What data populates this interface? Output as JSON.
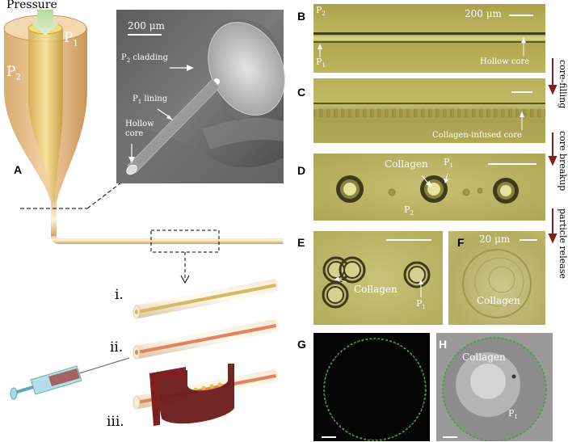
{
  "figure": {
    "panel_a": {
      "letter": "A",
      "pressure_label": "Pressure",
      "p1_label": "P",
      "p1_sub": "1",
      "p2_label": "P",
      "p2_sub": "2"
    },
    "sem_inset": {
      "scale_label": "200 μm",
      "p2_cladding_label": "P",
      "p2_cladding_sub": "2",
      "p2_cladding_rest": " cladding",
      "p1_lining_label": "P",
      "p1_lining_sub": "1",
      "p1_lining_rest": " lining",
      "hollow_label_1": "Hollow",
      "hollow_label_2": "core"
    },
    "steps": {
      "i": "i.",
      "ii": "ii.",
      "iii": "iii."
    },
    "panel_b": {
      "letter": "B",
      "p2_label": "P",
      "p2_sub": "2",
      "p1_label": "P",
      "p1_sub": "1",
      "scale_label": "200 μm",
      "hollow_core_label": "Hollow core"
    },
    "panel_c": {
      "letter": "C",
      "collagen_core_label": "Collagen-infused core"
    },
    "panel_d": {
      "letter": "D",
      "collagen_label": "Collagen",
      "p1_label": "P",
      "p1_sub": "1",
      "p2_label": "P",
      "p2_sub": "2"
    },
    "panel_e": {
      "letter": "E",
      "collagen_label": "Collagen",
      "p1_label": "P",
      "p1_sub": "1"
    },
    "panel_f": {
      "letter": "F",
      "scale_label": "20 μm",
      "collagen_label": "Collagen"
    },
    "panel_g": {
      "letter": "G"
    },
    "panel_h": {
      "letter": "H",
      "collagen_label": "Collagen",
      "p1_label": "P",
      "p1_sub": "1"
    },
    "process_labels": {
      "core_filling": "core-filling",
      "core_breakup": "core breakup",
      "particle_release": "particle release"
    },
    "colors": {
      "micrograph_olive": "#b7b15a",
      "arrow_red": "#8b1a1a",
      "fiber_gold": "#d9b56a"
    }
  }
}
